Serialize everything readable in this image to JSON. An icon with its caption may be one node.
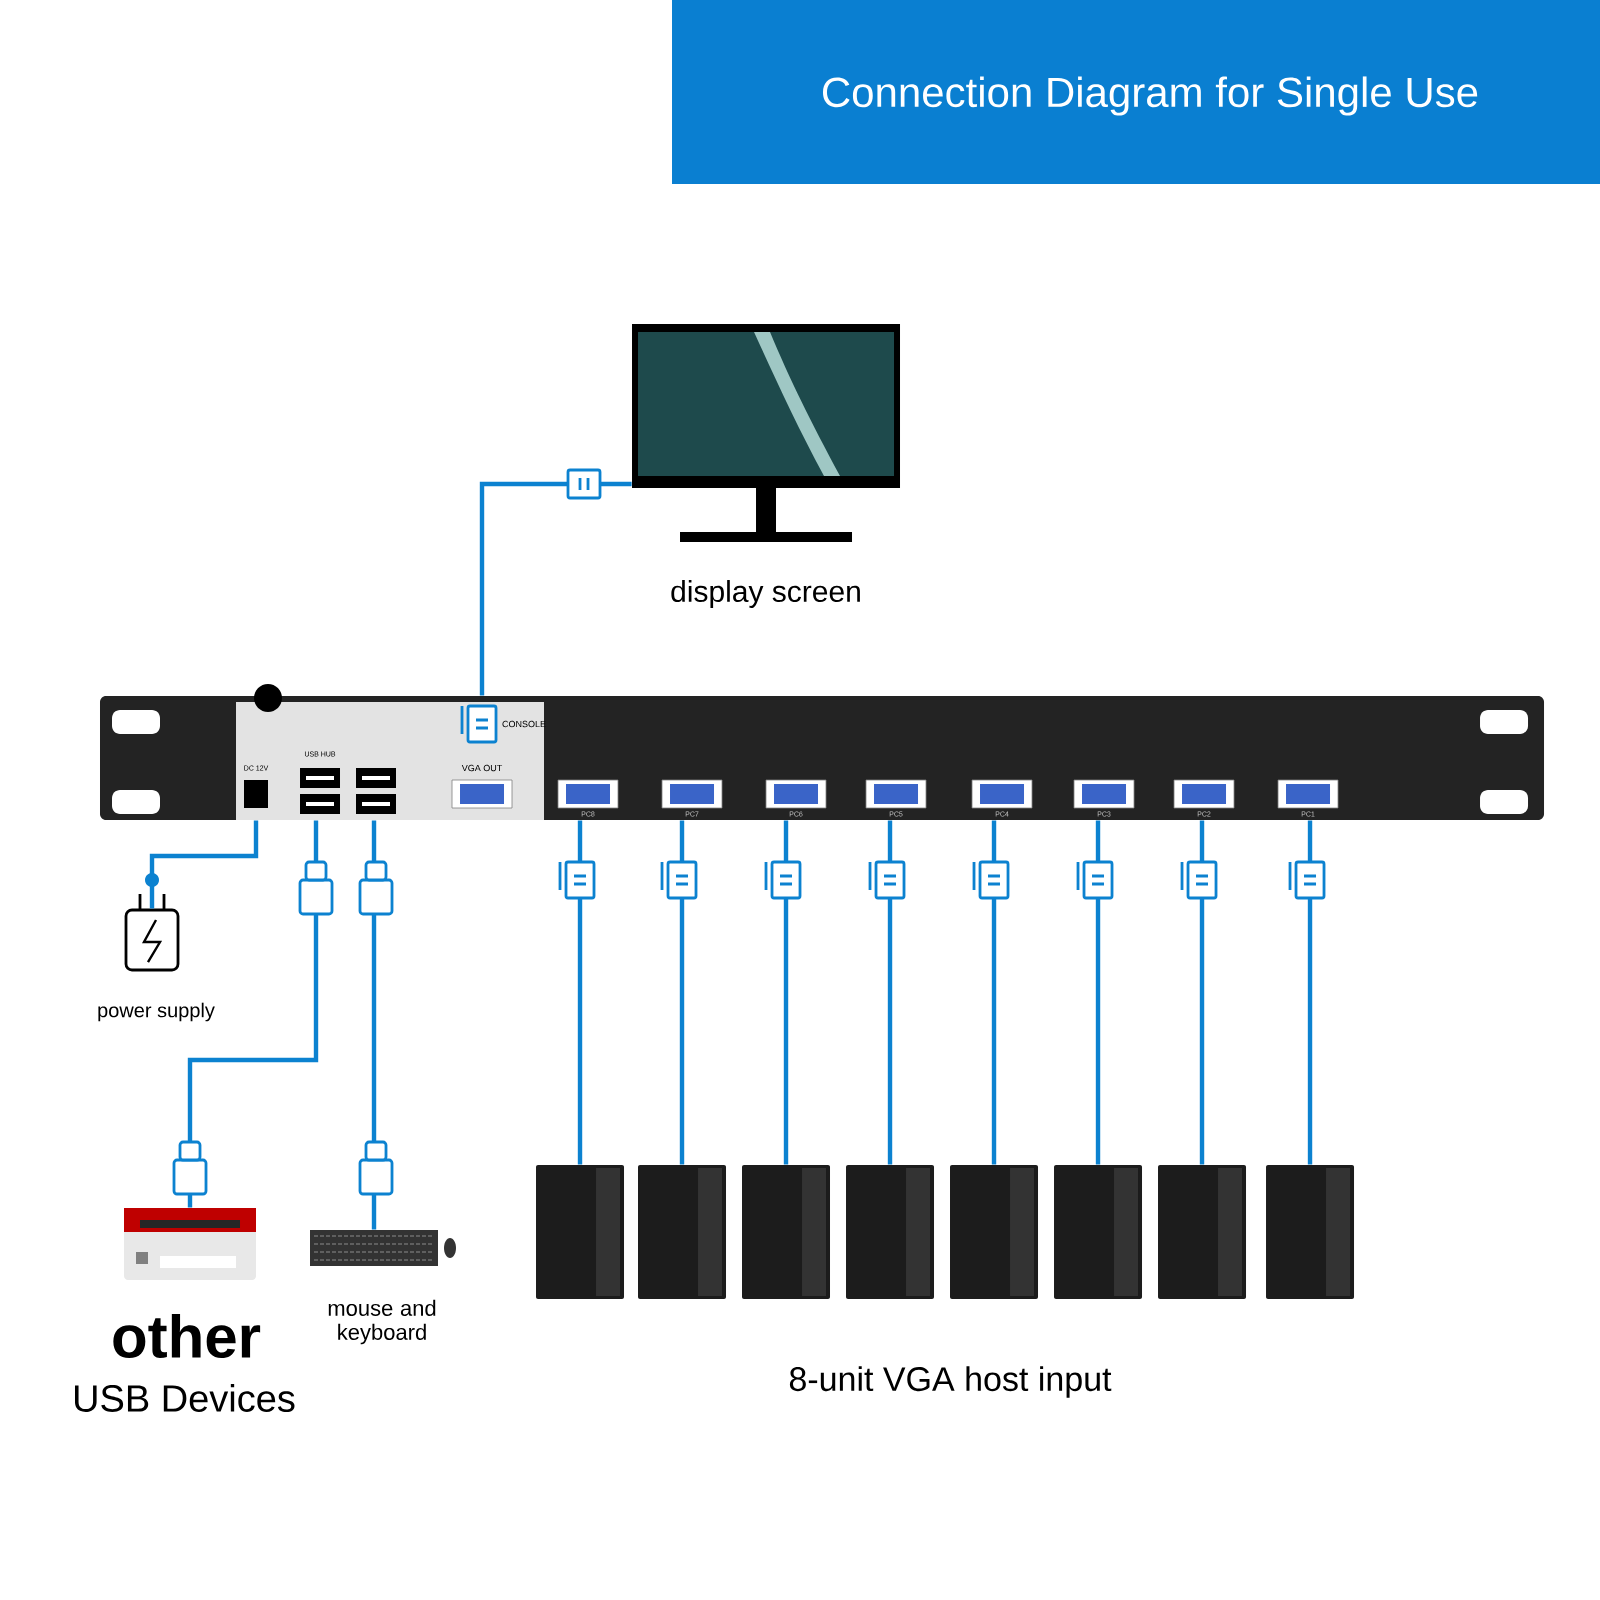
{
  "diagram": {
    "title": "Connection Diagram for Single Use",
    "nodes": [
      {
        "text": [],
        "shape": "picture",
        "beside": [
          "display screen"
        ]
      },
      {
        "text": [],
        "shape": "picture"
      },
      {
        "text": [],
        "shape": "picture",
        "beside": [
          "power supply"
        ]
      },
      {
        "text": [],
        "shape": "picture",
        "beside": [
          "other",
          "USB Devices"
        ]
      },
      {
        "text": [],
        "shape": "picture",
        "beside": [
          "mouse and keyboard"
        ]
      },
      {
        "text": [],
        "shape": "picture"
      },
      {
        "text": [],
        "shape": "picture"
      },
      {
        "text": [],
        "shape": "picture"
      },
      {
        "text": [],
        "shape": "picture"
      },
      {
        "text": [],
        "shape": "picture"
      },
      {
        "text": [],
        "shape": "picture"
      },
      {
        "text": [],
        "shape": "picture"
      },
      {
        "text": [],
        "shape": "picture"
      }
    ],
    "edges": [
      {
        "from": 1,
        "to": 0,
        "arrow": "none"
      },
      {
        "from": 1,
        "to": 2,
        "arrow": "none"
      },
      {
        "from": 1,
        "to": 3,
        "arrow": "none"
      },
      {
        "from": 1,
        "to": 4,
        "arrow": "none"
      },
      {
        "from": 1,
        "to": 5,
        "arrow": "none"
      },
      {
        "from": 1,
        "to": 6,
        "arrow": "none"
      },
      {
        "from": 1,
        "to": 7,
        "arrow": "none"
      },
      {
        "from": 1,
        "to": 8,
        "arrow": "none"
      },
      {
        "from": 1,
        "to": 9,
        "arrow": "none"
      },
      {
        "from": 1,
        "to": 10,
        "arrow": "none"
      },
      {
        "from": 1,
        "to": 11,
        "arrow": "none"
      },
      {
        "from": 1,
        "to": 12,
        "arrow": "none"
      }
    ],
    "labels": [
      "CONSOLE",
      "DC 12V",
      "USB HUB",
      "VGA OUT",
      "PC8",
      "PC7",
      "PC6",
      "PC5",
      "PC4",
      "PC3",
      "PC2",
      "PC1",
      "8-unit VGA host input"
    ]
  }
}
